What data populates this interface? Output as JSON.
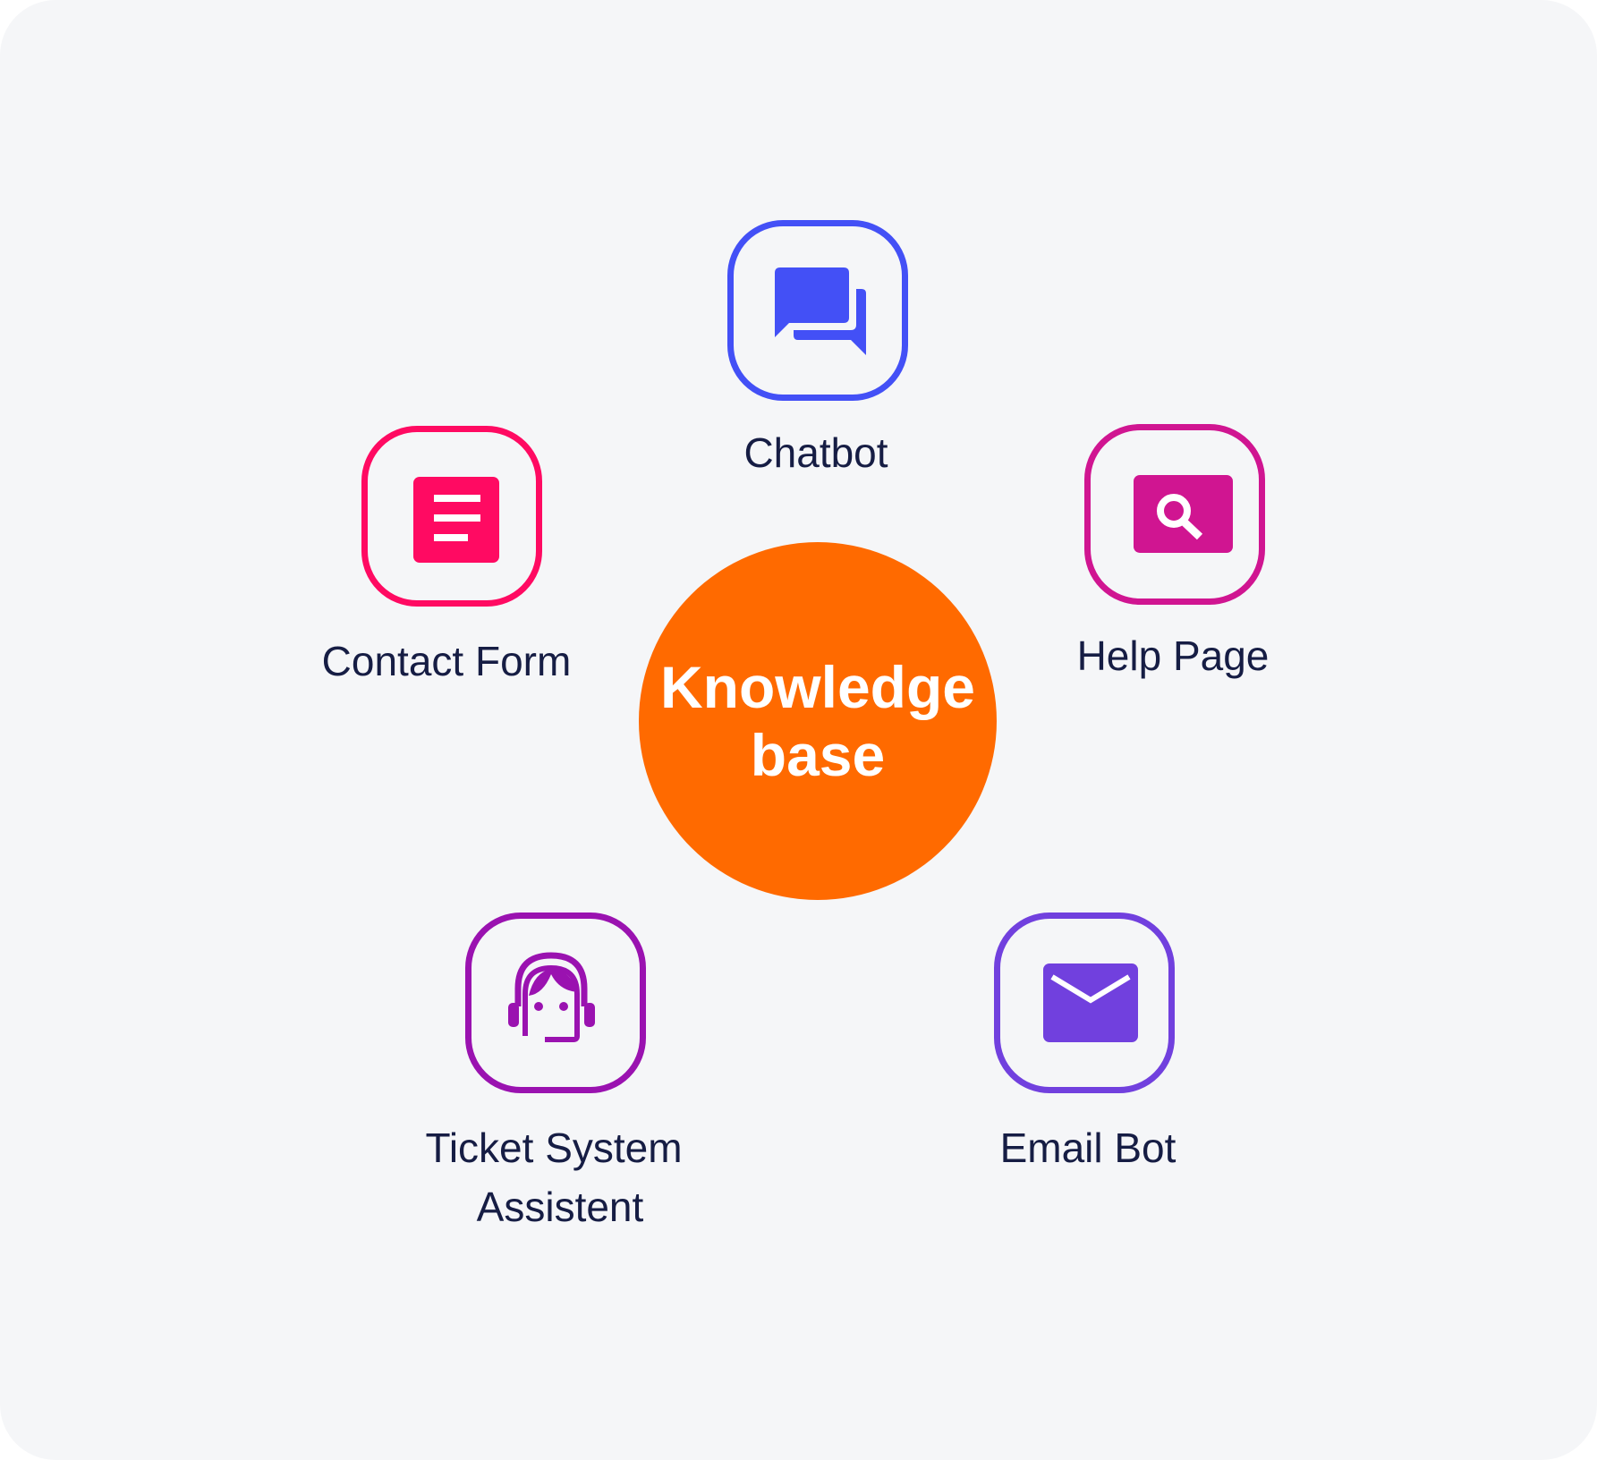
{
  "center": {
    "line1": "Knowledge",
    "line2": "base",
    "color": "#ff6a00"
  },
  "nodes": {
    "chatbot": {
      "label": "Chatbot",
      "icon": "chat-bubbles-icon",
      "color": "#4350f6"
    },
    "help_page": {
      "label": "Help Page",
      "icon": "search-icon",
      "color": "#d01591"
    },
    "email_bot": {
      "label": "Email Bot",
      "icon": "envelope-icon",
      "color": "#7140de"
    },
    "ticket": {
      "label_line1": "Ticket System",
      "label_line2": "Assistent",
      "icon": "headset-agent-icon",
      "color": "#9a12b0"
    },
    "contact": {
      "label": "Contact Form",
      "icon": "form-document-icon",
      "color": "#ff0a62"
    }
  },
  "colors": {
    "background": "#f5f6f8",
    "text": "#161d44"
  }
}
